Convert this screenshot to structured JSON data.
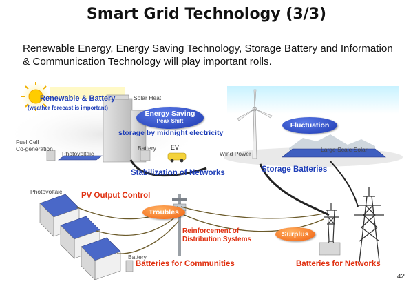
{
  "title": "Smart Grid Technology (3/3)",
  "subtitle": "Renewable Energy, Energy Saving Technology, Storage Battery and Information & Communication Technology will play important rolls.",
  "labels": {
    "solar_heat": "Solar Heat",
    "renewable_battery": "Renewable & Battery",
    "weather_forecast": "(weather forecast is important)",
    "energy_saving": "Energy Saving",
    "peak_shift": "Peak Shift",
    "storage_midnight": "storage by midnight electricity",
    "fuel_cell": "Fuel Cell",
    "co_generation": "Co-generation",
    "photovoltaic_top": "Photovoltaic",
    "battery_top": "Battery",
    "ev": "EV",
    "fluctuation": "Fluctuation",
    "wind_power": "Wind Power",
    "large_scale_solar": "Large Scale Solar",
    "stabilization": "Stabilization of Networks",
    "storage_batteries": "Storage Batteries",
    "photovoltaic_bottom": "Photovoltaic",
    "pv_output_control": "PV Output Control",
    "troubles": "Troubles",
    "reinforcement_1": "Reinforcement of",
    "reinforcement_2": "Distribution Systems",
    "surplus": "Surplus",
    "battery_bottom": "Battery",
    "batteries_communities": "Batteries for Communities",
    "batteries_networks": "Batteries for Networks"
  },
  "page_number": "42",
  "colors": {
    "blue_text": "#1f3fb8",
    "red_text": "#e03010",
    "olive_text": "#6a8a10",
    "orange_pill": "#f06010",
    "blue_pill": "#1d39b0"
  }
}
